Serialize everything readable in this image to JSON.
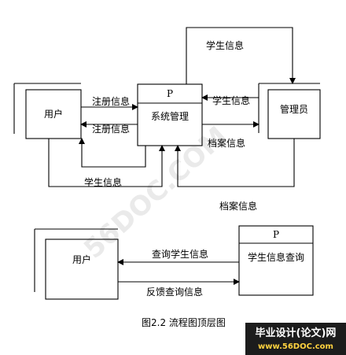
{
  "diagram": {
    "top": {
      "user_entity": "用户",
      "process_p": "P",
      "process_name": "系统管理",
      "admin_entity": "管理员",
      "flow_register_in": "注册信息",
      "flow_register_out": "注册信息",
      "flow_student_top": "学生信息",
      "flow_student_admin": "学生信息",
      "flow_archive_out": "档案信息",
      "flow_student_bottom": "学生信息",
      "flow_archive_bottom": "档案信息"
    },
    "bottom": {
      "user_entity": "用户",
      "process_p": "P",
      "process_name": "学生信息查询",
      "flow_query": "查询学生信息",
      "flow_feedback": "反馈查询信息"
    },
    "caption": "图2.2 流程图顶层图"
  },
  "watermark": {
    "text": "56DOC.COM",
    "banner_line1": "毕业设计(论文)网",
    "banner_line2": "www.56DOC.com"
  }
}
